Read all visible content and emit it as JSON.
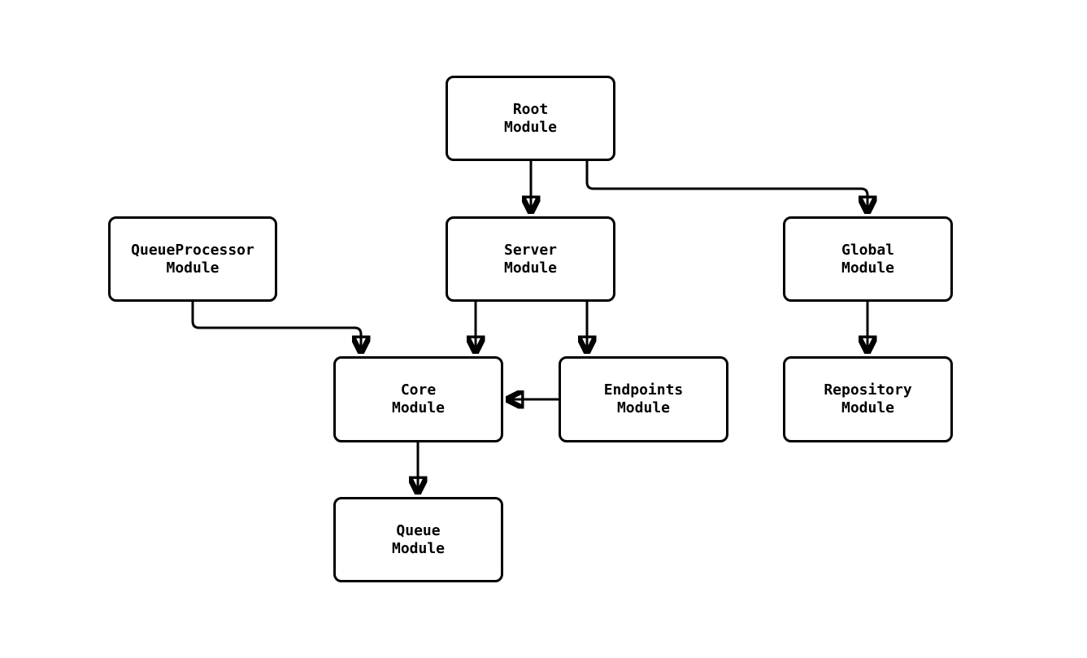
{
  "diagram": {
    "type": "flowchart",
    "colors": {
      "background": "#ffffff",
      "node_fill": "#ffffff",
      "node_stroke": "#000000",
      "edge_stroke": "#000000"
    },
    "nodes": [
      {
        "id": "root",
        "label": "Root\nModule"
      },
      {
        "id": "server",
        "label": "Server\nModule"
      },
      {
        "id": "global",
        "label": "Global\nModule"
      },
      {
        "id": "queueprocessor",
        "label": "QueueProcessor\nModule"
      },
      {
        "id": "core",
        "label": "Core\nModule"
      },
      {
        "id": "endpoints",
        "label": "Endpoints\nModule"
      },
      {
        "id": "repository",
        "label": "Repository\nModule"
      },
      {
        "id": "queue",
        "label": "Queue\nModule"
      }
    ],
    "edges": [
      {
        "from": "Root Module",
        "to": "Server Module"
      },
      {
        "from": "Root Module",
        "to": "Global Module"
      },
      {
        "from": "QueueProcessor Module",
        "to": "Core Module"
      },
      {
        "from": "Server Module",
        "to": "Core Module"
      },
      {
        "from": "Server Module",
        "to": "Endpoints Module"
      },
      {
        "from": "Endpoints Module",
        "to": "Core Module"
      },
      {
        "from": "Global Module",
        "to": "Repository Module"
      },
      {
        "from": "Core Module",
        "to": "Queue Module"
      }
    ]
  }
}
